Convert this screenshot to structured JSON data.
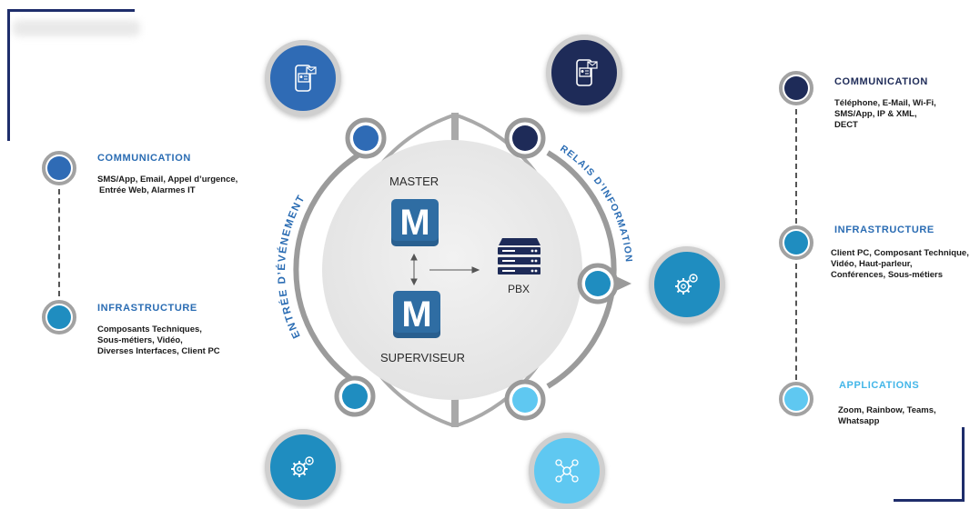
{
  "left": {
    "communication": {
      "title": "COMMUNICATION",
      "text": [
        "SMS/App, Email, Appel d’urgence,",
        "Entrée Web, Alarmes IT"
      ]
    },
    "infrastructure": {
      "title": "INFRASTRUCTURE",
      "text": [
        "Composants Techniques,",
        "Sous-métiers, Vidéo,",
        "Diverses Interfaces, Client PC"
      ]
    }
  },
  "right": {
    "communication": {
      "title": "COMMUNICATION",
      "text": [
        "Téléphone, E-Mail, Wi-Fi,",
        "SMS/App, IP & XML,",
        "DECT"
      ]
    },
    "infrastructure": {
      "title": "INFRASTRUCTURE",
      "text": [
        "Client PC, Composant Technique,",
        "Vidéo, Haut-parleur,",
        "Conférences, Sous-métiers"
      ]
    },
    "applications": {
      "title": "APPLICATIONS",
      "text": [
        "Zoom, Rainbow, Teams,",
        "Whatsapp"
      ]
    }
  },
  "center": {
    "master_label": "MASTER",
    "superviseur_label": "SUPERVISEUR",
    "m_letter": "M",
    "pbx_label": "PBX"
  },
  "arc_labels": {
    "left": "ENTRÉE D’ÉVÉNEMENT",
    "right": "RELAIS D’INFORMATION"
  },
  "colors": {
    "dark_navy": "#1e2b58",
    "blue": "#2f6bb5",
    "teal": "#1f8dc0",
    "light_blue": "#5fc8f1",
    "title_blue": "#2a6cb3",
    "light_title": "#43b6e8",
    "gray_ring": "#a2a2a2"
  },
  "icons": {
    "top_left": "phone-contact-icon",
    "top_right": "phone-contact-icon",
    "right_middle": "gears-icon",
    "bottom_left": "gears-icon",
    "bottom_right": "network-people-icon"
  }
}
